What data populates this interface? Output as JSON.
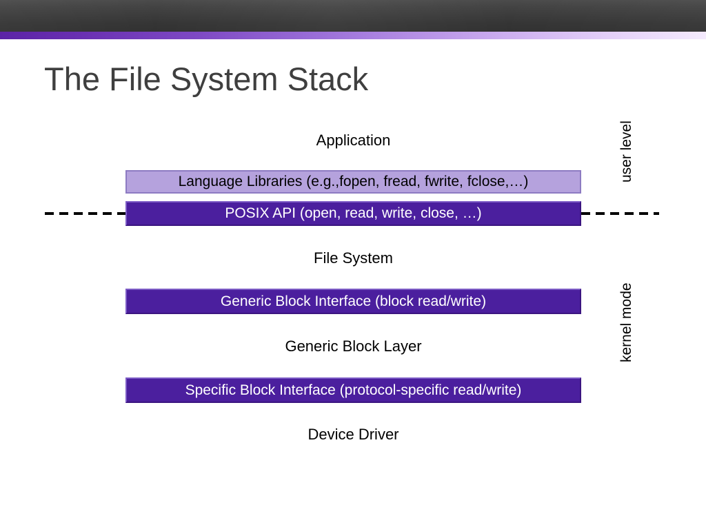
{
  "slide": {
    "title": "The File System Stack",
    "theme": {
      "header_dark": "#3a3a3a",
      "header_purple_left": "#5b23a6",
      "header_purple_right": "#f4eafd",
      "box_dark_fill": "#4b1f9e",
      "box_light_fill": "#b5a2dd",
      "title_color": "#3f3f3f",
      "text_color": "#000000",
      "box_dark_text": "#ffffff"
    }
  },
  "diagram": {
    "layers": [
      {
        "id": "application",
        "label": "Application",
        "kind": "plain"
      },
      {
        "id": "language-libraries",
        "label": "Language Libraries (e.g.,fopen, fread, fwrite, fclose,…)",
        "kind": "box-light"
      },
      {
        "id": "posix-api",
        "label": "POSIX API (open, read, write, close, …)",
        "kind": "box-dark"
      },
      {
        "id": "file-system",
        "label": "File System",
        "kind": "plain"
      },
      {
        "id": "generic-block-interface",
        "label": "Generic Block Interface (block read/write)",
        "kind": "box-dark"
      },
      {
        "id": "generic-block-layer",
        "label": "Generic Block Layer",
        "kind": "plain"
      },
      {
        "id": "specific-block-interface",
        "label": "Specific Block Interface (protocol-specific read/write)",
        "kind": "box-dark"
      },
      {
        "id": "device-driver",
        "label": "Device Driver",
        "kind": "plain"
      }
    ],
    "side_labels": [
      {
        "id": "user-level",
        "label": "user level"
      },
      {
        "id": "kernel-mode",
        "label": "kernel mode"
      }
    ],
    "boundary": {
      "id": "user-kernel-boundary",
      "style": "dashed"
    }
  }
}
